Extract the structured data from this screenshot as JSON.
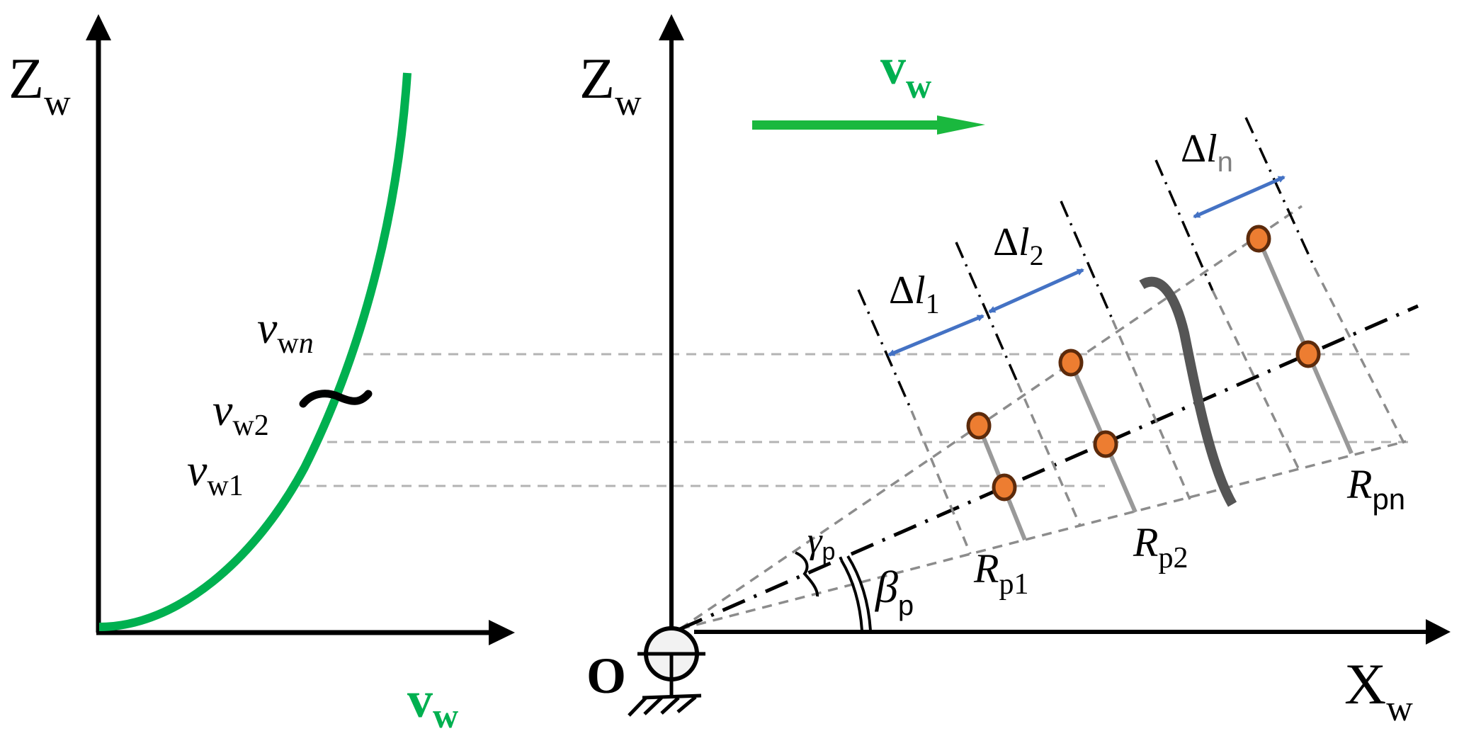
{
  "colors": {
    "green": "#00b050",
    "green_arrow": "#1ab83e",
    "blue": "#4472c4",
    "orange": "#ed7d31",
    "orange_edge": "#5c2a0b",
    "gray_dash": "#a6a6a6",
    "gray_rod": "#999999",
    "brace": "#555555"
  },
  "left_plot": {
    "y_axis_label": {
      "main": "Z",
      "sub": "w"
    },
    "x_axis_label": {
      "main": "v",
      "sub": "w"
    },
    "levels": [
      {
        "main": "v",
        "sub": "w",
        "idx": "1"
      },
      {
        "main": "v",
        "sub": "w",
        "idx": "2"
      },
      {
        "main": "v",
        "sub": "w",
        "idx": "n"
      }
    ],
    "break_symbol": "~"
  },
  "right_plot": {
    "y_axis_label": {
      "main": "Z",
      "sub": "w"
    },
    "x_axis_label": {
      "main": "X",
      "sub": "w"
    },
    "origin_label": "O",
    "wind_label": {
      "main": "v",
      "sub": "w"
    },
    "angle_gamma": {
      "main": "γ",
      "sub": "p"
    },
    "angle_beta": {
      "main": "β",
      "sub": "p"
    },
    "spacings": [
      {
        "main": "Δ",
        "l": "l",
        "sub": "1"
      },
      {
        "main": "Δ",
        "l": "l",
        "sub": "2"
      },
      {
        "main": "Δ",
        "l": "l",
        "sub": "n"
      }
    ],
    "rotors": [
      {
        "main": "R",
        "sub": "p1"
      },
      {
        "main": "R",
        "sub": "p2"
      },
      {
        "main": "R",
        "sub": "pn"
      }
    ]
  }
}
